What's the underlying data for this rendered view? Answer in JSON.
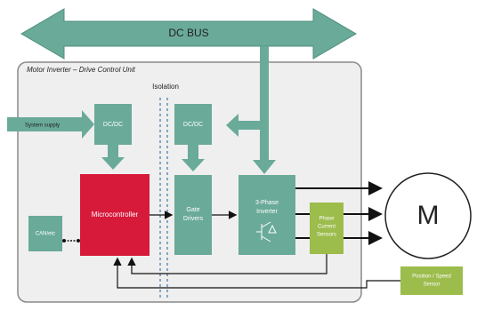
{
  "bus": {
    "label": "DC BUS"
  },
  "unit": {
    "title": "Motor Inverter – Drive Control Unit"
  },
  "isolation": {
    "label": "Isolation"
  },
  "inputs": {
    "system_supply": "System supply"
  },
  "blocks": {
    "dcdc_left": "DC/DC",
    "dcdc_right": "DC/DC",
    "microcontroller": "Microcontroller",
    "gate_drivers_line1": "Gate",
    "gate_drivers_line2": "Drivers",
    "inverter_line1": "3-Phase",
    "inverter_line2": "Inverter",
    "can": "CAN/etc",
    "sensors_line1": "Phase",
    "sensors_line2": "Current",
    "sensors_line3": "Sensors",
    "position_line1": "Position / Speed",
    "position_line2": "Sensor"
  },
  "motor": {
    "label": "M"
  },
  "colors": {
    "teal": "#6aaa98",
    "teal_dark": "#5a9a88",
    "red": "#d7193a",
    "green": "#9cbc4c",
    "panel": "#efefef",
    "panel_border": "#8a8a8a"
  }
}
